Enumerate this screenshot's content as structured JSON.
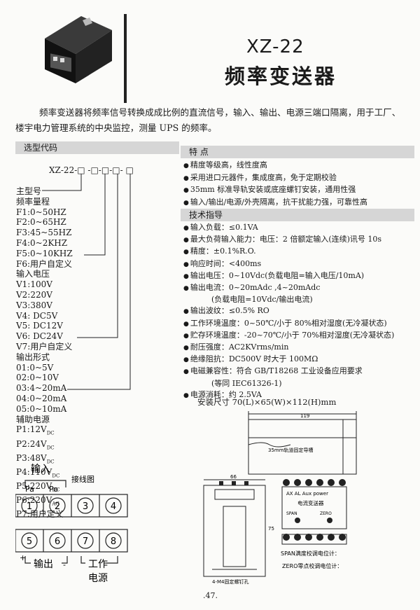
{
  "header": {
    "model": "XZ-22",
    "product_name": "频率变送器"
  },
  "intro": "频率变送器将频率信号转换成成比例的直流信号，输入、输出、电源三端口隔离，用于工厂、楼宇电力管理系统的中央监控，测量 UPS 的频率。",
  "selection": {
    "heading": "选型代码",
    "code": "XZ-22-□  -□-□-□- □",
    "items": [
      "主型号",
      "频率量程",
      "F1:0~50HZ",
      "F2:0~65HZ",
      "F3:45~55HZ",
      "F4:0~2KHZ",
      "F5:0~10KHZ",
      "F6:用户自定义",
      "输入电压",
      "V1:100V",
      "V2:220V",
      "V3:380V",
      "V4: DC5V",
      "V5: DC12V",
      "V6: DC24V",
      "V7:用户自定义",
      "输出形式",
      "01:0~5V",
      "02:0~10V",
      "03:4~20mA",
      "04:0~20mA",
      "05:0~10mA",
      "辅助电源"
    ],
    "power": [
      {
        "label": "P1:12V",
        "sub": "DC"
      },
      {
        "label": "P2:24V",
        "sub": "DC"
      },
      {
        "label": "P3:48V",
        "sub": "DC"
      },
      {
        "label": "P4:110V",
        "sub": "DC"
      },
      {
        "label": "P5:220V",
        "sub": "DC"
      },
      {
        "label": "P6:220V",
        "sub": "AC"
      }
    ],
    "last": "P7:用户定义"
  },
  "features": {
    "heading": "特 点",
    "items": [
      "精度等级高，线性度高",
      "采用进口元器件，集成度高，免于定期校验",
      "35mm 标准导轨安装或底座螺钉安装，通用性强",
      "输入/输出/电源/外壳隔离，抗干扰能力强，可靠性高"
    ]
  },
  "specs": {
    "heading": "技术指导",
    "items": [
      {
        "t": "输入负载：≤0.1VA",
        "k": "b"
      },
      {
        "t": "最大负荷输入能力：电压：2 倍额定输入(连续)讯号 10s",
        "k": "b"
      },
      {
        "t": "精度：±0.1%R.O.",
        "k": "b"
      },
      {
        "t": "响应时间：<400ms",
        "k": "b"
      },
      {
        "t": "输出电压：0~10Vdc(负载电阻=输入电压/10mA)",
        "k": "b"
      },
      {
        "t": "输出电流：0~20mAdc ,4~20mAdc",
        "k": "b"
      },
      {
        "t": "(负载电阻=10Vdc/输出电流)",
        "k": "c"
      },
      {
        "t": "输出波纹：≤0.5% RO",
        "k": "b"
      },
      {
        "t": "工作环境温度：0~50℃/小于 80%相对湿度(无冷凝状态)",
        "k": "b"
      },
      {
        "t": "贮存环境温度：-20~70℃/小于 70%相对湿度(无冷凝状态)",
        "k": "b"
      },
      {
        "t": "耐压强度：AC2KVrms/min",
        "k": "b"
      },
      {
        "t": "绝缘阻抗：DC500V 时大于 100MΩ",
        "k": "b"
      },
      {
        "t": "电磁兼容性：符合 GB/T18268 工业设备应用要求",
        "k": "b"
      },
      {
        "t": "(等同 IEC61326-1)",
        "k": "c"
      },
      {
        "t": "电源消耗：约 2.5VA",
        "k": "b"
      }
    ]
  },
  "dimensions": "安装尺寸 70(L)×65(W)×112(H)mm",
  "drawing": {
    "top_dim": "119",
    "rail_label": "35mm轨道固定导槽",
    "front_dim": "66",
    "side_dim": "75",
    "bottom_label": "4-M4固定螺钉孔",
    "panel_top": "AX AL Aux power",
    "panel_name": "电流变送器",
    "span_mark": "SPAN",
    "zero_mark": "ZERO",
    "span_note": "SPAN满度校调电位计：",
    "zero_note": "ZERO零点校调电位计："
  },
  "wiring": {
    "title": "接线图",
    "input_label": "输入",
    "pa": "Pa",
    "po": "Po",
    "terminals": [
      "1",
      "2",
      "3",
      "4",
      "5",
      "6",
      "7",
      "8"
    ],
    "output_label": "输出",
    "plus": "+",
    "minus": "-",
    "work_label": "工作",
    "power_label": "电源"
  },
  "page_number": ".47."
}
